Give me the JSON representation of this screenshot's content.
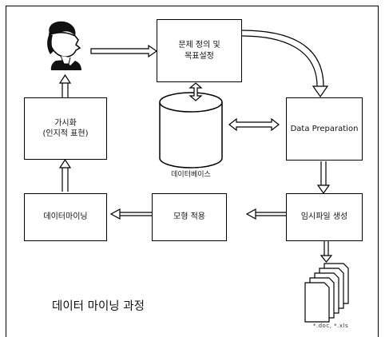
{
  "boxes": {
    "problem_definition": "문제 정의 및\n목표설정",
    "data_preparation": "Data Preparation",
    "temp_file": "임시파일 생성",
    "model_apply": "모형 적용",
    "data_mining": "데이터마이닝",
    "visualization": "가시화\n(인지적 표현)"
  },
  "database_label": "데이터베이스",
  "documents_label": "*.doc, *.xls",
  "caption": "데이터 마이닝 과정"
}
